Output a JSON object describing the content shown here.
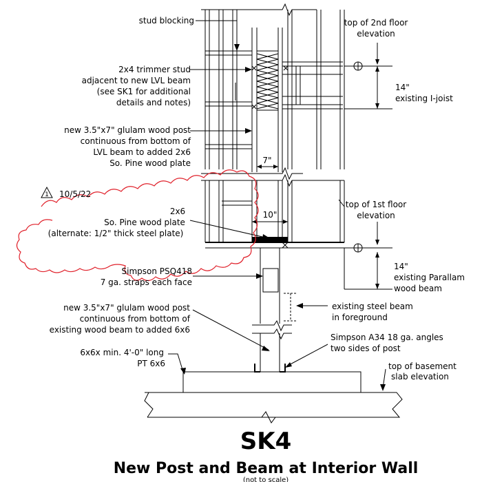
{
  "labels": {
    "stud_blocking": "stud blocking",
    "trimmer": [
      "2x4 trimmer stud",
      "adjacent to new LVL beam",
      "(see SK1 for additional",
      "details and notes)"
    ],
    "glulam_upper": [
      "new 3.5\"x7\" glulam wood post",
      "continuous from bottom of",
      "LVL beam to added 2x6",
      "So. Pine wood plate"
    ],
    "dim_7": "7\"",
    "revision": "10/5/22",
    "revision_tag": "1",
    "plate": [
      "2x6",
      "So. Pine wood plate",
      "(alternate: 1/2\" thick steel plate)"
    ],
    "dim_10": "10\"",
    "psq": [
      "Simpson PSQ418",
      "7 ga. straps each face"
    ],
    "glulam_lower": [
      "new 3.5\"x7\" glulam wood post",
      "continuous from bottom of",
      "existing wood beam to added 6x6"
    ],
    "post_6x6": [
      "6x6x min. 4'-0\" long",
      "PT 6x6"
    ],
    "top_2nd": [
      "top of 2nd floor",
      "elevation"
    ],
    "ijoist": [
      "14\"",
      "existing I-joist"
    ],
    "top_1st": [
      "top of 1st floor",
      "elevation"
    ],
    "parallam": [
      "14\"",
      "existing Parallam",
      "wood beam"
    ],
    "steel_beam": [
      "existing steel beam",
      "in foreground"
    ],
    "a34": [
      "Simpson A34 18 ga. angles",
      "two sides of post"
    ],
    "basement": [
      "top of basement",
      "slab elevation"
    ]
  },
  "title": {
    "sheet": "SK4",
    "name": "New Post and Beam at Interior Wall",
    "scale_note": "(not to scale)"
  }
}
